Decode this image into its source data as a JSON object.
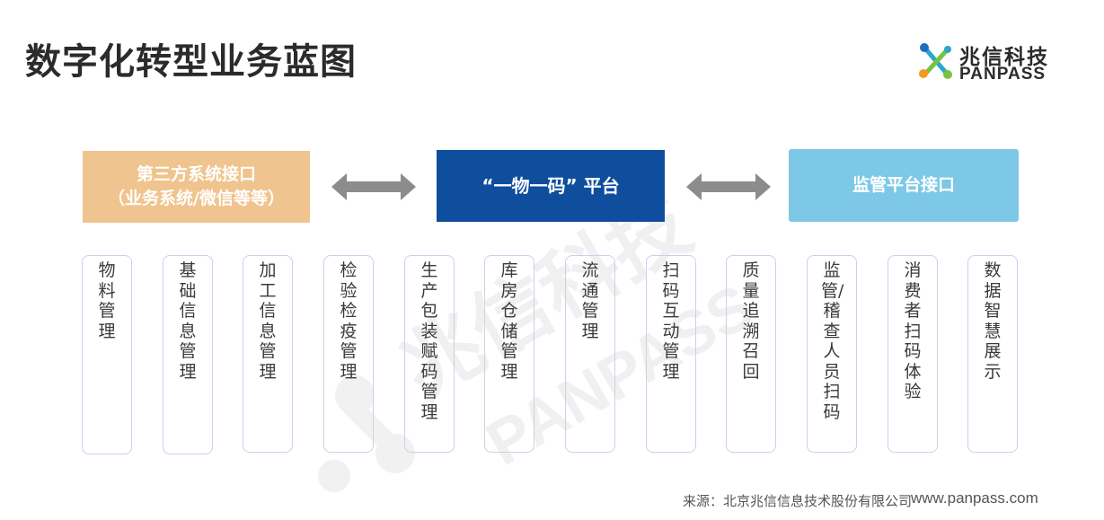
{
  "page_title": "数字化转型业务蓝图",
  "logo": {
    "name_cn": "兆信科技",
    "name_en": "PANPASS",
    "colors": {
      "blue": "#1f6fc0",
      "green": "#7ac143",
      "orange": "#f39a1e",
      "teal": "#27a9c9"
    }
  },
  "top_row": {
    "left_box": {
      "line1": "第三方系统接口",
      "line2": "（业务系统/微信等等）",
      "color": "#f0c48e"
    },
    "center_box": {
      "label": "“一物一码” 平台",
      "color": "#0f4e9d"
    },
    "right_box": {
      "label": "监管平台接口",
      "color": "#7ec8e7"
    },
    "arrow_icon": "double-arrow-icon",
    "arrow_color": "#8c8c8c"
  },
  "modules": [
    "物料管理",
    "基础信息管理",
    "加工信息管理",
    "检验检疫管理",
    "生产包装赋码管理",
    "库房仓储管理",
    "流通管理",
    "扫码互动管理",
    "质量追溯召回",
    "监管/稽查人员扫码",
    "消费者扫码体验",
    "数据智慧展示"
  ],
  "module_border_color": "#c5d3ea",
  "watermark": {
    "text_cn": "兆信科技",
    "text_en": "PANPASS"
  },
  "footer": {
    "source": "来源：北京兆信信息技术股份有限公司",
    "website": "www.panpass.com"
  }
}
